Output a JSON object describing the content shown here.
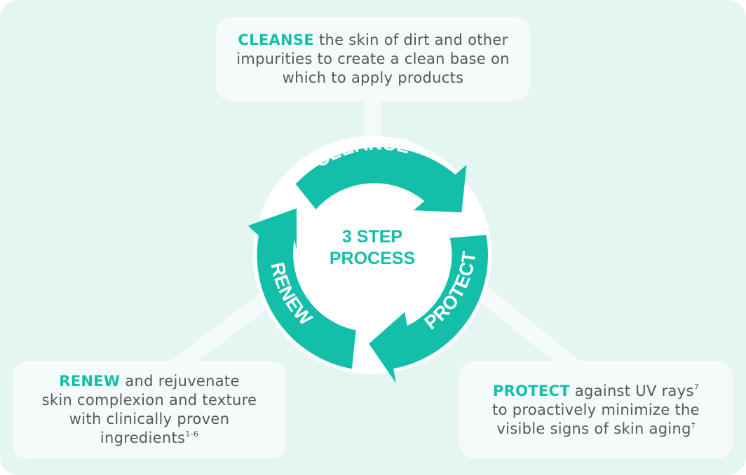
{
  "colors": {
    "background": "#e5f5f2",
    "box": "#f5fbfa",
    "accent": "#14bfa9",
    "text": "#54585a",
    "white": "#ffffff"
  },
  "center": {
    "line1": "3 STEP",
    "line2": "PROCESS"
  },
  "arrows": {
    "cleanse": "CLEANSE",
    "protect": "PROTECT",
    "renew": "RENEW"
  },
  "cleanse": {
    "keyword": "CLEANSE",
    "text_line1": " the skin of dirt and other",
    "text_line2": "impurities to create a clean base on",
    "text_line3": "which to apply products"
  },
  "renew": {
    "keyword": "RENEW",
    "text_line1": " and rejuvenate",
    "text_line2": "skin complexion and texture",
    "text_line3": "with clinically proven",
    "text_line4": "ingredients",
    "footnote": "1-6"
  },
  "protect": {
    "keyword": "PROTECT",
    "text_line1": " against UV rays",
    "footnote1": "7",
    "text_line2": "to proactively minimize the",
    "text_line3": "visible signs of skin aging",
    "footnote2": "†"
  }
}
